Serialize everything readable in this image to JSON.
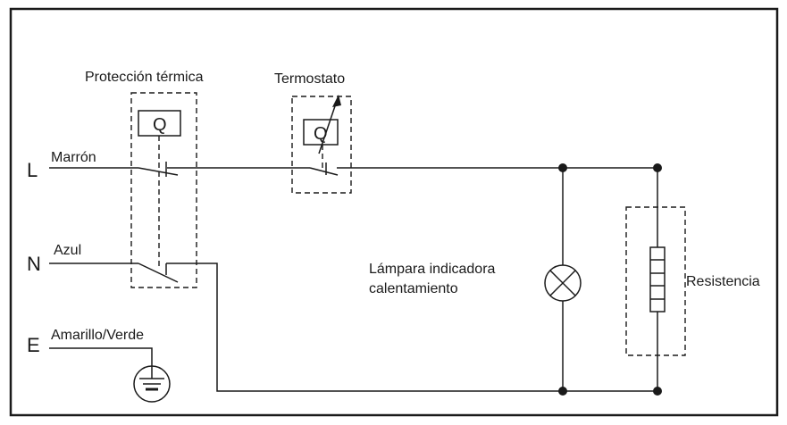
{
  "terminals": {
    "L": "L",
    "N": "N",
    "E": "E"
  },
  "wires": {
    "L": "Marrón",
    "N": "Azul",
    "E": "Amarillo/Verde"
  },
  "components": {
    "thermal_protection": "Protección térmica",
    "thermostat": "Termostato",
    "relay_symbol": "Q",
    "lamp_line1": "Lámpara indicadora",
    "lamp_line2": "calentamiento",
    "resistor": "Resistencia"
  },
  "icons": {
    "ground": "ground-icon",
    "lamp": "lamp-icon",
    "resistor": "resistor-icon",
    "switch": "switch-contact-icon"
  },
  "colors": {
    "line": "#1a1a1a",
    "background": "#ffffff"
  }
}
